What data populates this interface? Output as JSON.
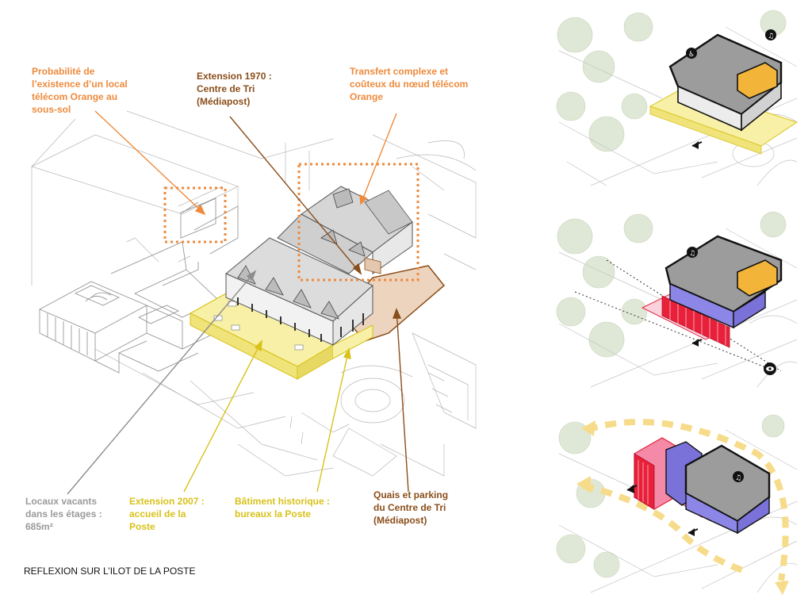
{
  "labels": {
    "orange_local": [
      "Probabilité de",
      "l’existence d’un local",
      "télécom Orange au",
      "sous-sol"
    ],
    "extension_1970": [
      "Extension 1970 :",
      "Centre de Tri",
      "(Médiapost)"
    ],
    "transfert": [
      "Transfert complexe et",
      "coûteux du nœud télécom",
      "Orange"
    ],
    "locaux_vacants": [
      "Locaux vacants",
      "dans les étages :",
      "685m²"
    ],
    "extension_2007": [
      "Extension 2007 :",
      "accueil de la",
      "Poste"
    ],
    "batiment_historique": [
      "Bâtiment historique :",
      "bureaux la Poste"
    ],
    "quais_parking": [
      "Quais et parking",
      "du Centre de Tri",
      "(Médiapost)"
    ]
  },
  "caption": "REFLEXION SUR L’ILOT DE LA POSTE",
  "colors": {
    "orange": "#ee8a3c",
    "brown": "#8a4e1a",
    "yellow": "#d8c21b",
    "grey_text": "#9a9a9a",
    "pale_yellow": "#f7f0a6",
    "pale_brown": "#e9cdb4",
    "red_new": "#e8203a",
    "purple_new": "#6e5fd0",
    "pink_new": "#f58aa8"
  },
  "icons": [
    "wheelchair-icon",
    "person-stairs-icon",
    "eye-icon"
  ]
}
